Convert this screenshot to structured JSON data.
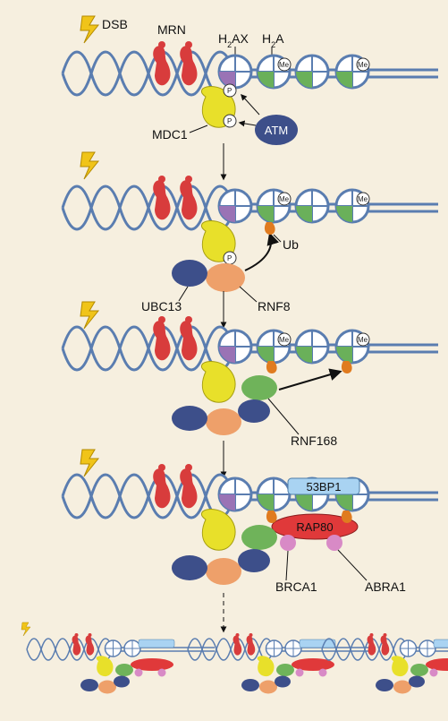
{
  "labels": {
    "dsb": "DSB",
    "mrn": "MRN",
    "h2ax_prefix": "H",
    "h2ax_sub": "2",
    "h2ax_suffix": "AX",
    "h2a_prefix": "H",
    "h2a_sub": "2",
    "h2a_suffix": "A",
    "mdc1": "MDC1",
    "atm": "ATM",
    "ub": "Ub",
    "ubc13": "UBC13",
    "rnf8": "RNF8",
    "rnf168": "RNF168",
    "bp53": "53BP1",
    "rap80": "RAP80",
    "brca1": "BRCA1",
    "abra1": "ABRA1",
    "me": "Me",
    "p": "P"
  },
  "colors": {
    "background": "#f6efdf",
    "dna": "#5a7db0",
    "mrn": "#d83c3c",
    "mdc1": "#e8e02a",
    "atm": "#3d4f8a",
    "rnf8": "#eea06a",
    "ubc13": "#3d4f8a",
    "ubiquitin": "#e07b1f",
    "rnf168": "#6fb35a",
    "bp53": "#a9d3f2",
    "rap80": "#e0393a",
    "brca1": "#d88ac6",
    "h2ax_mark": "#9a73b5",
    "h2a_mark": "#6ab05a",
    "lightning": "#f0c419"
  }
}
